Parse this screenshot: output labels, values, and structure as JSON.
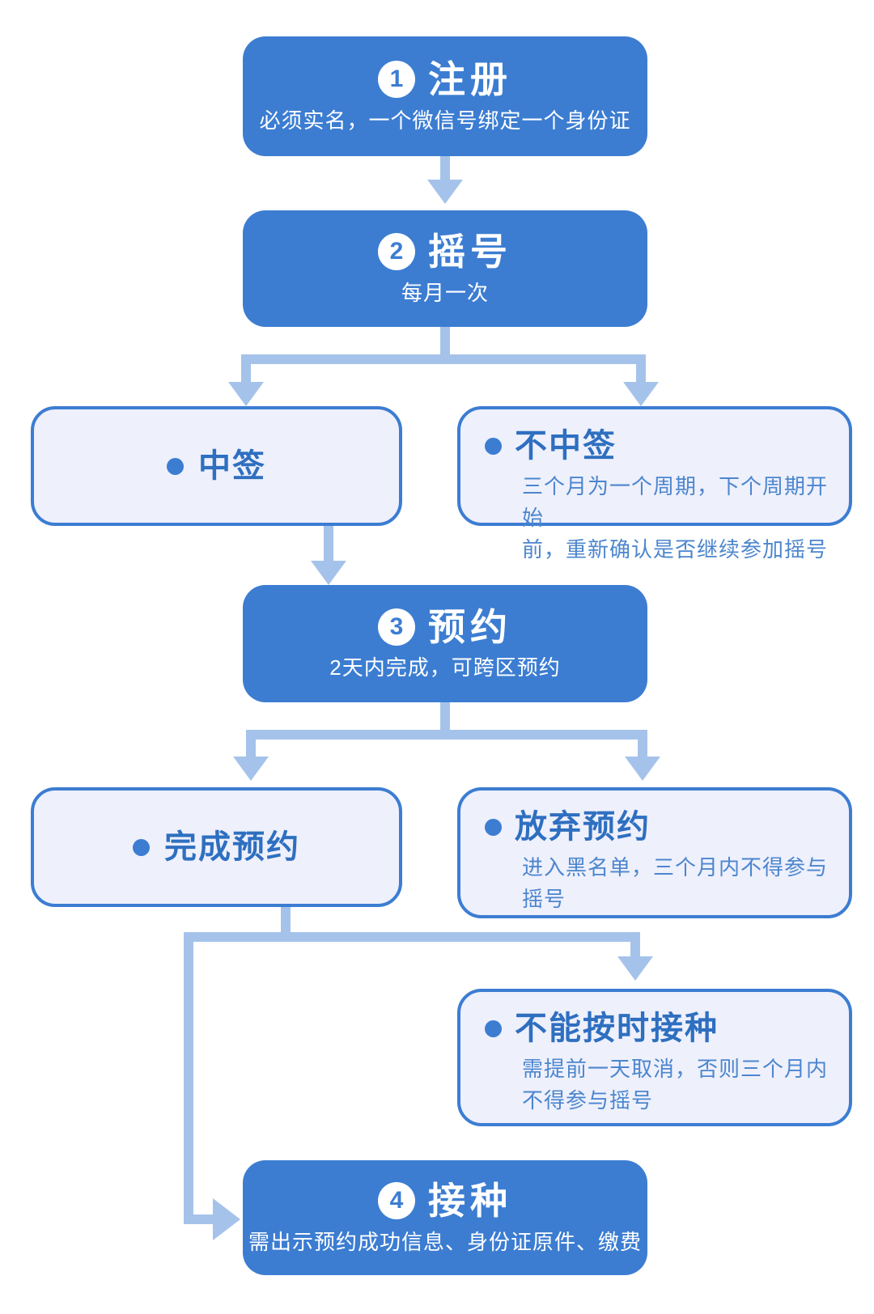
{
  "colors": {
    "step_fill": "#3C7DD2",
    "outcome_fill": "#EEF0FC",
    "outcome_border": "#3C7DD2",
    "heading_text": "#2E6FC0",
    "body_text": "#4C86CE",
    "connector": "#A5C3EA",
    "step_text": "#FFFFFF"
  },
  "steps": {
    "register": {
      "number": "1",
      "title": "注册",
      "subtitle": "必须实名，一个微信号绑定一个身份证"
    },
    "lottery": {
      "number": "2",
      "title": "摇号",
      "subtitle": "每月一次"
    },
    "reserve": {
      "number": "3",
      "title": "预约",
      "subtitle": "2天内完成，可跨区预约"
    },
    "vaccinate": {
      "number": "4",
      "title": "接种",
      "subtitle": "需出示预约成功信息、身份证原件、缴费"
    }
  },
  "outcomes": {
    "win": {
      "label": "中签"
    },
    "lose": {
      "label": "不中签",
      "desc": "三个月为一个周期，下个周期开始\n前，重新确认是否继续参加摇号"
    },
    "completed": {
      "label": "完成预约"
    },
    "abandon": {
      "label": "放弃预约",
      "desc": "进入黑名单，三个月内不得参与\n摇号"
    },
    "miss": {
      "label": "不能按时接种",
      "desc": "需提前一天取消，否则三个月内\n不得参与摇号"
    }
  },
  "connections": [
    {
      "from": "注册",
      "to": "摇号"
    },
    {
      "from": "摇号",
      "to": "中签"
    },
    {
      "from": "摇号",
      "to": "不中签"
    },
    {
      "from": "中签",
      "to": "预约"
    },
    {
      "from": "预约",
      "to": "完成预约"
    },
    {
      "from": "预约",
      "to": "放弃预约"
    },
    {
      "from": "完成预约",
      "to": "不能按时接种"
    },
    {
      "from": "完成预约",
      "to": "接种"
    }
  ]
}
